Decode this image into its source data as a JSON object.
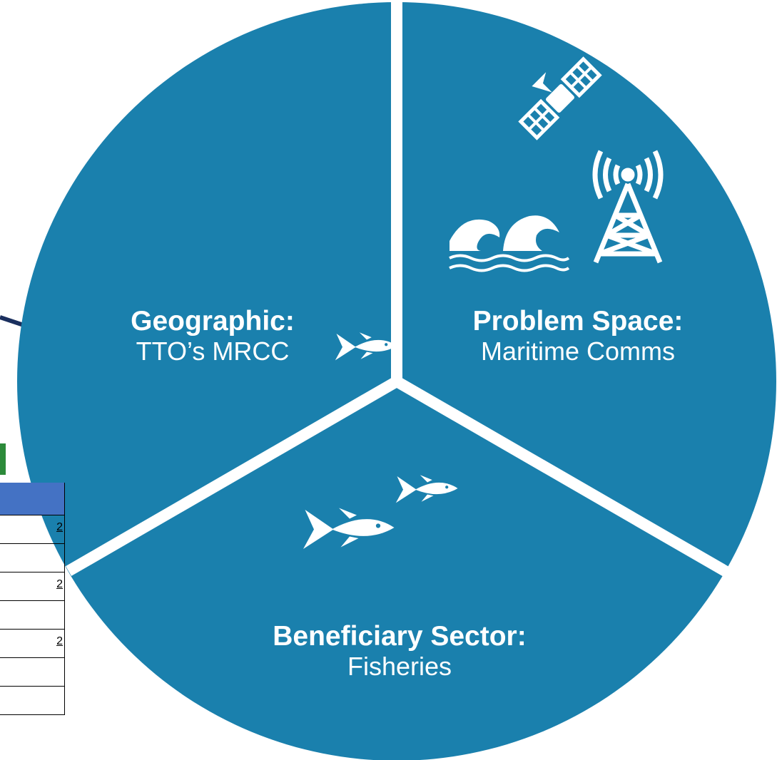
{
  "diagram": {
    "colors": {
      "segment": "#1a80ad",
      "divider": "#ffffff",
      "background": "#ffffff",
      "table_header": "#4472c4",
      "tab_accent": "#2c8a3a",
      "edge_line": "#1a2f5e"
    },
    "segments": [
      {
        "id": "geographic",
        "title": "Geographic:",
        "subtitle": "TTO’s MRCC",
        "icon": ""
      },
      {
        "id": "problem-space",
        "title": "Problem Space:",
        "subtitle": "Maritime Comms",
        "icons": [
          "satellite-icon",
          "waves-icon",
          "radio-tower-icon"
        ]
      },
      {
        "id": "beneficiary",
        "title": "Beneficiary Sector:",
        "subtitle": "Fisheries",
        "icons": [
          "fish-school-icon"
        ]
      }
    ]
  },
  "left_table": {
    "visible_cells": [
      "2",
      "",
      "2",
      "",
      "2",
      "",
      ""
    ]
  }
}
